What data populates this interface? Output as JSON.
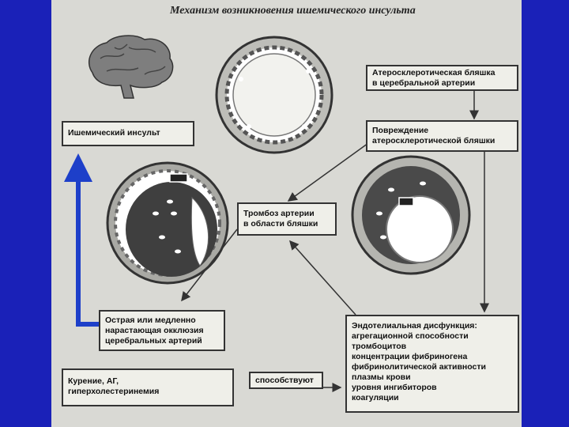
{
  "title": "Механизм возникновения ишемического инсульта",
  "colors": {
    "frame": "#1a21b8",
    "arrow_blue": "#1d3fc9",
    "page": "#d9d9d4"
  },
  "icons": [
    "brain-icon"
  ],
  "boxes": {
    "plaque": [
      "Атеросклеротическая бляшка",
      "в церебральной артерии"
    ],
    "damage": [
      "Повреждение",
      "атеросклеротической бляшки"
    ],
    "stroke": [
      "Ишемический инсульт"
    ],
    "thrombosis": [
      "Тромбоз артерии",
      "в области бляшки"
    ],
    "occlusion": [
      "Острая или медленно",
      "нарастающая окклюзия",
      "церебральных артерий"
    ],
    "endothelial": [
      "Эндотелиальная дисфункция:",
      "агрегационной способности",
      "тромбоцитов",
      "концентрации фибриногена",
      "фибринолитической активности",
      "плазмы крови",
      "уровня ингибиторов",
      "коагуляции"
    ],
    "risk": [
      "Курение, АГ,",
      "гиперхолестеринемия"
    ],
    "promote": [
      "способствуют"
    ]
  }
}
